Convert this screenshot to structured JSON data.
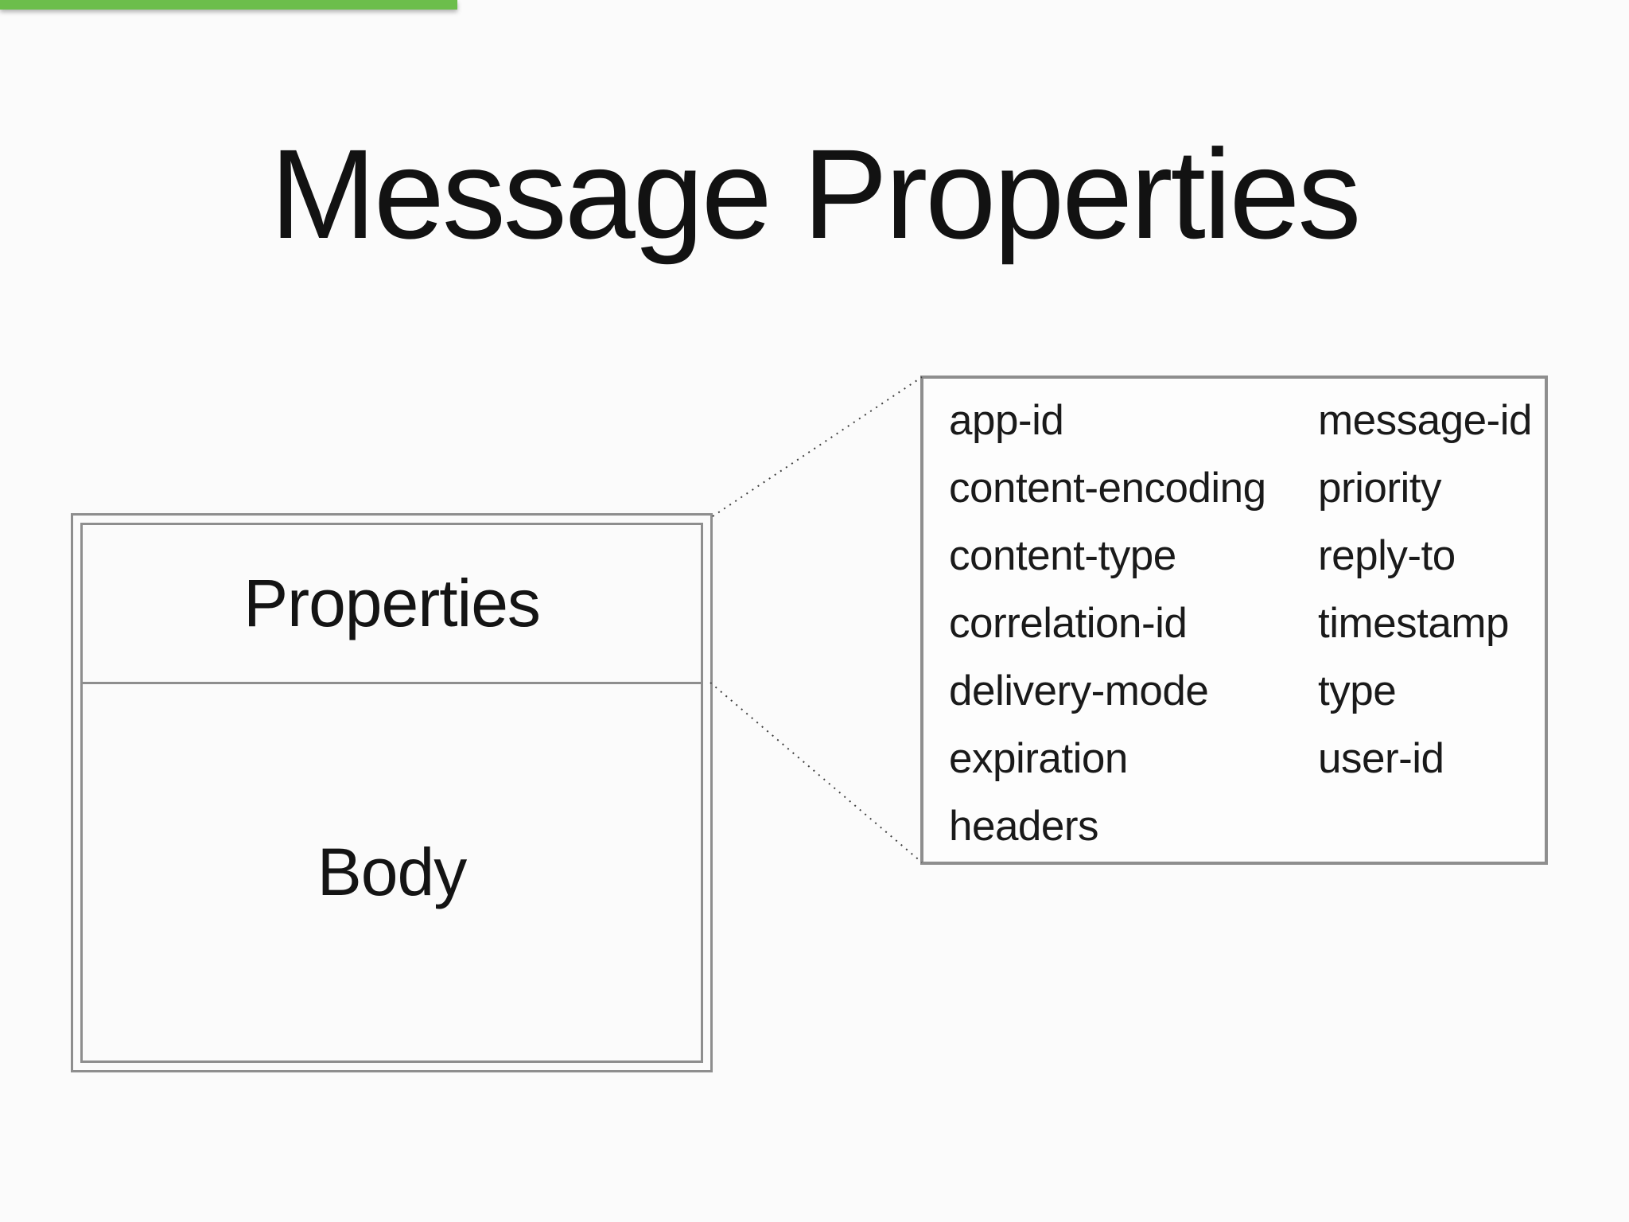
{
  "slide": {
    "title": "Message Properties",
    "accent_color": "#6CBE4B",
    "frame_color": "#8E8E8E",
    "text_color": "#141414"
  },
  "message_box": {
    "sections": [
      {
        "label": "Properties"
      },
      {
        "label": "Body"
      }
    ]
  },
  "properties_panel": {
    "columns": [
      {
        "items": [
          "app-id",
          "content-encoding",
          "content-type",
          "correlation-id",
          "delivery-mode",
          "expiration",
          "headers"
        ]
      },
      {
        "items": [
          "message-id",
          "priority",
          "reply-to",
          "timestamp",
          "type",
          "user-id"
        ]
      }
    ]
  }
}
